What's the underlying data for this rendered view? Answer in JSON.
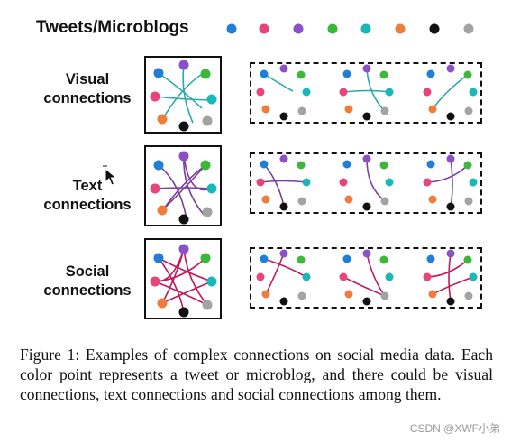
{
  "header": {
    "title": "Tweets/Microblogs"
  },
  "colors": {
    "blue": "#1f7ed8",
    "pink": "#e8437a",
    "purple": "#8b4fc9",
    "green": "#3bb836",
    "cyan": "#19b8b8",
    "orange": "#ee7c3a",
    "black": "#111111",
    "gray": "#a3a3a3",
    "visual_edge": "#2aa9ab",
    "text_edge": "#7a3f98",
    "social_edge": "#c2185b"
  },
  "rows": [
    {
      "id": "visual",
      "label_line1": "Visual",
      "label_line2": "connections"
    },
    {
      "id": "text",
      "label_line1": "Text",
      "label_line2": "connections"
    },
    {
      "id": "social",
      "label_line1": "Social",
      "label_line2": "connections"
    }
  ],
  "caption": {
    "text": "Figure 1: Examples of complex connections on social media data. Each color point represents a tweet or microblog, and there could be visual connections, text connections and social connections among them."
  },
  "watermark": {
    "text": "CSDN @XWF小弟"
  }
}
